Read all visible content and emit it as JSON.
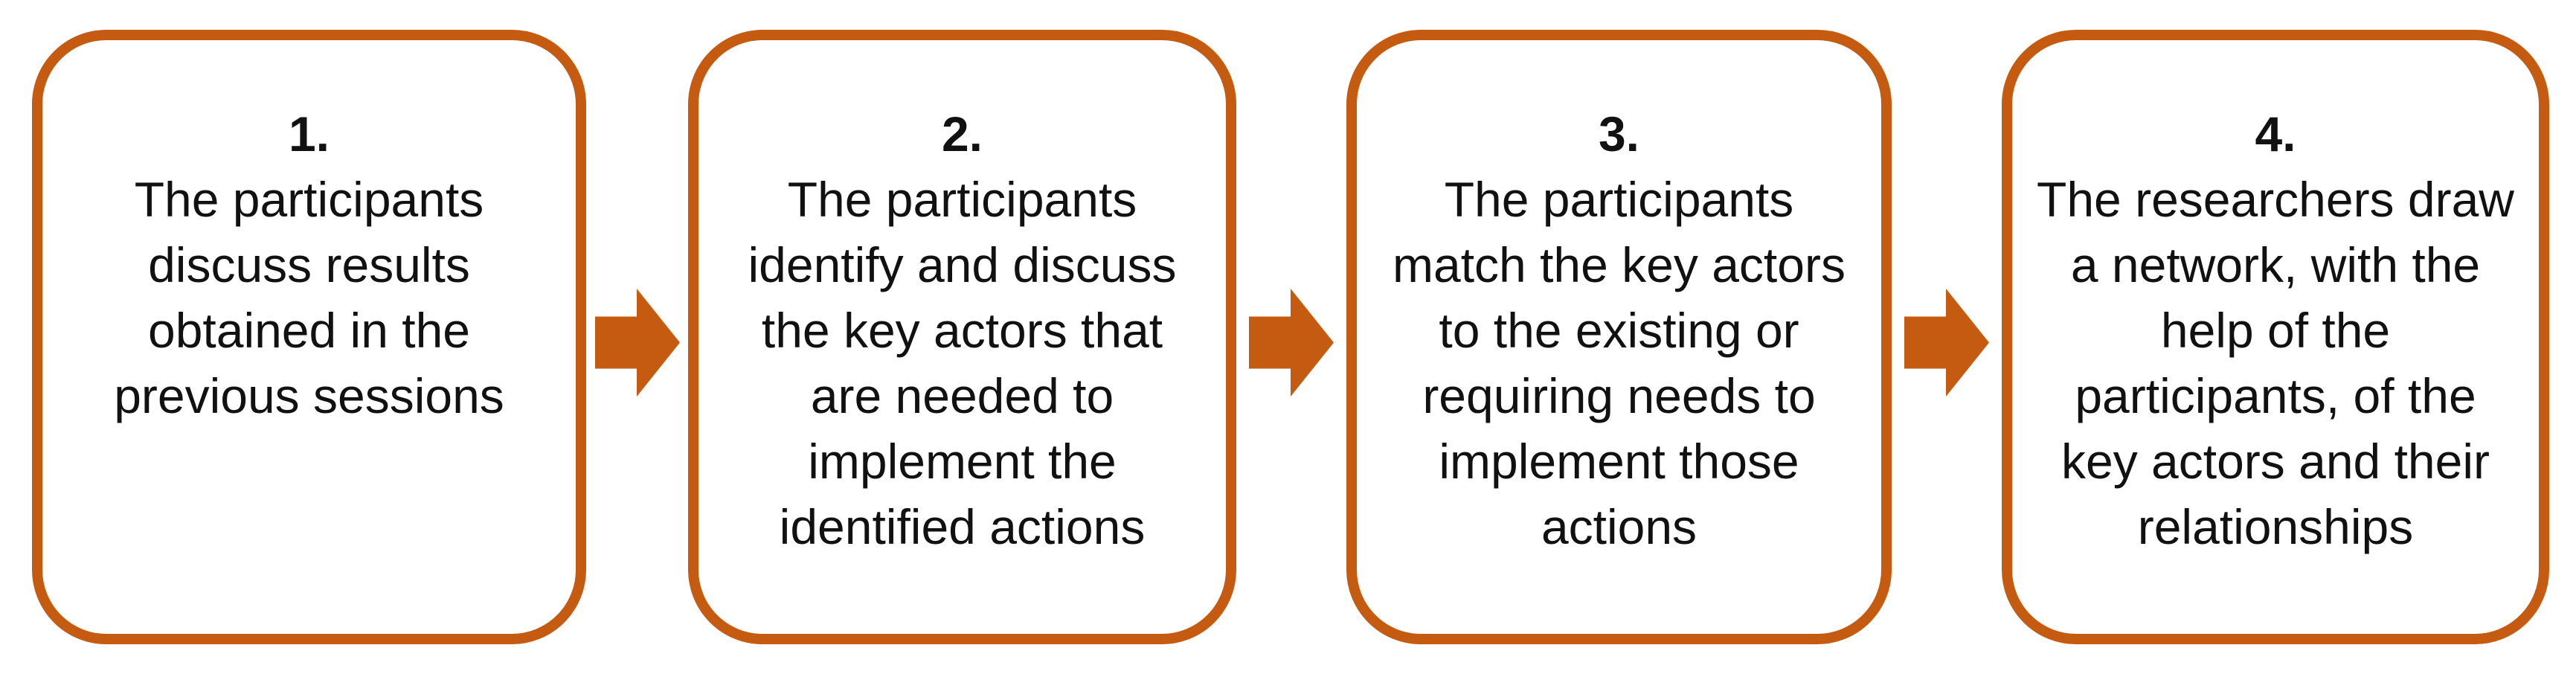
{
  "diagram": {
    "type": "flowchart",
    "orientation": "left-to-right",
    "box_border_color": "#C55A11",
    "arrow_color": "#C55A11",
    "text_color": "#111111",
    "background_color": "#ffffff",
    "arrow_icon": "right-block-arrow",
    "steps": [
      {
        "number": "1.",
        "lines": [
          "The participants",
          "discuss results",
          "obtained in the",
          "previous sessions"
        ]
      },
      {
        "number": "2.",
        "lines": [
          "The participants",
          "identify and discuss",
          "the key actors that",
          "are needed to",
          "implement the",
          "identified actions"
        ]
      },
      {
        "number": "3.",
        "lines": [
          "The participants",
          "match the key actors",
          "to the existing or",
          "requiring needs to",
          "implement those",
          "actions"
        ]
      },
      {
        "number": "4.",
        "lines": [
          "The researchers draw",
          "a network, with the",
          "help of the",
          "participants, of the",
          "key actors and their",
          "relationships"
        ]
      }
    ]
  }
}
